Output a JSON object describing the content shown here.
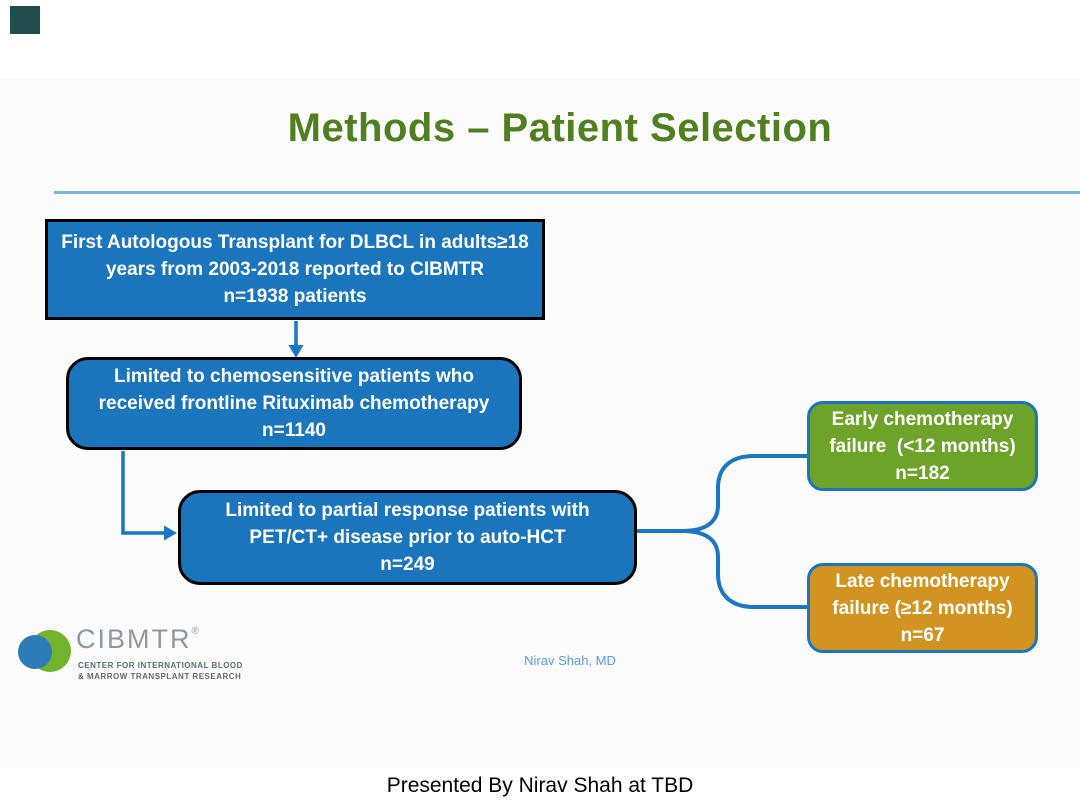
{
  "title": "Methods – Patient Selection",
  "flowchart": {
    "box1": {
      "lines": [
        "First Autologous Transplant for DLBCL in adults≥18",
        "years from 2003-2018 reported to CIBMTR",
        "n=1938 patients"
      ]
    },
    "box2": {
      "lines": [
        "Limited to chemosensitive patients who",
        "received frontline Rituximab chemotherapy",
        "n=1140"
      ]
    },
    "box3": {
      "lines": [
        "Limited to partial response patients with",
        "PET/CT+ disease prior to auto-HCT",
        "n=249"
      ]
    },
    "early": {
      "lines": [
        "Early chemotherapy",
        "failure  (<12 months)",
        "n=182"
      ]
    },
    "late": {
      "lines": [
        "Late chemotherapy",
        "failure (≥12 months)",
        "n=67"
      ]
    }
  },
  "logo": {
    "name": "CIBMTR",
    "registered": "®",
    "tagline_line1": "CENTER FOR INTERNATIONAL BLOOD",
    "tagline_line2": "& MARROW TRANSPLANT RESEARCH"
  },
  "attribution": "Nirav Shah, MD",
  "footer": "Presented By Nirav Shah at TBD",
  "colors": {
    "blue": "#1b75bc",
    "green": "#6ea32a",
    "orange": "#d29421",
    "connector": "#1b77c3",
    "title": "#4f7f1f",
    "divider": "#79b8d6",
    "corner": "#1f4e4d",
    "attribution": "#5b9bd5",
    "logo-green": "#72b32c",
    "logo-blue": "#2d7cb7",
    "logo-text": "#8e98a0",
    "logo-tagline": "#5f6b72"
  }
}
